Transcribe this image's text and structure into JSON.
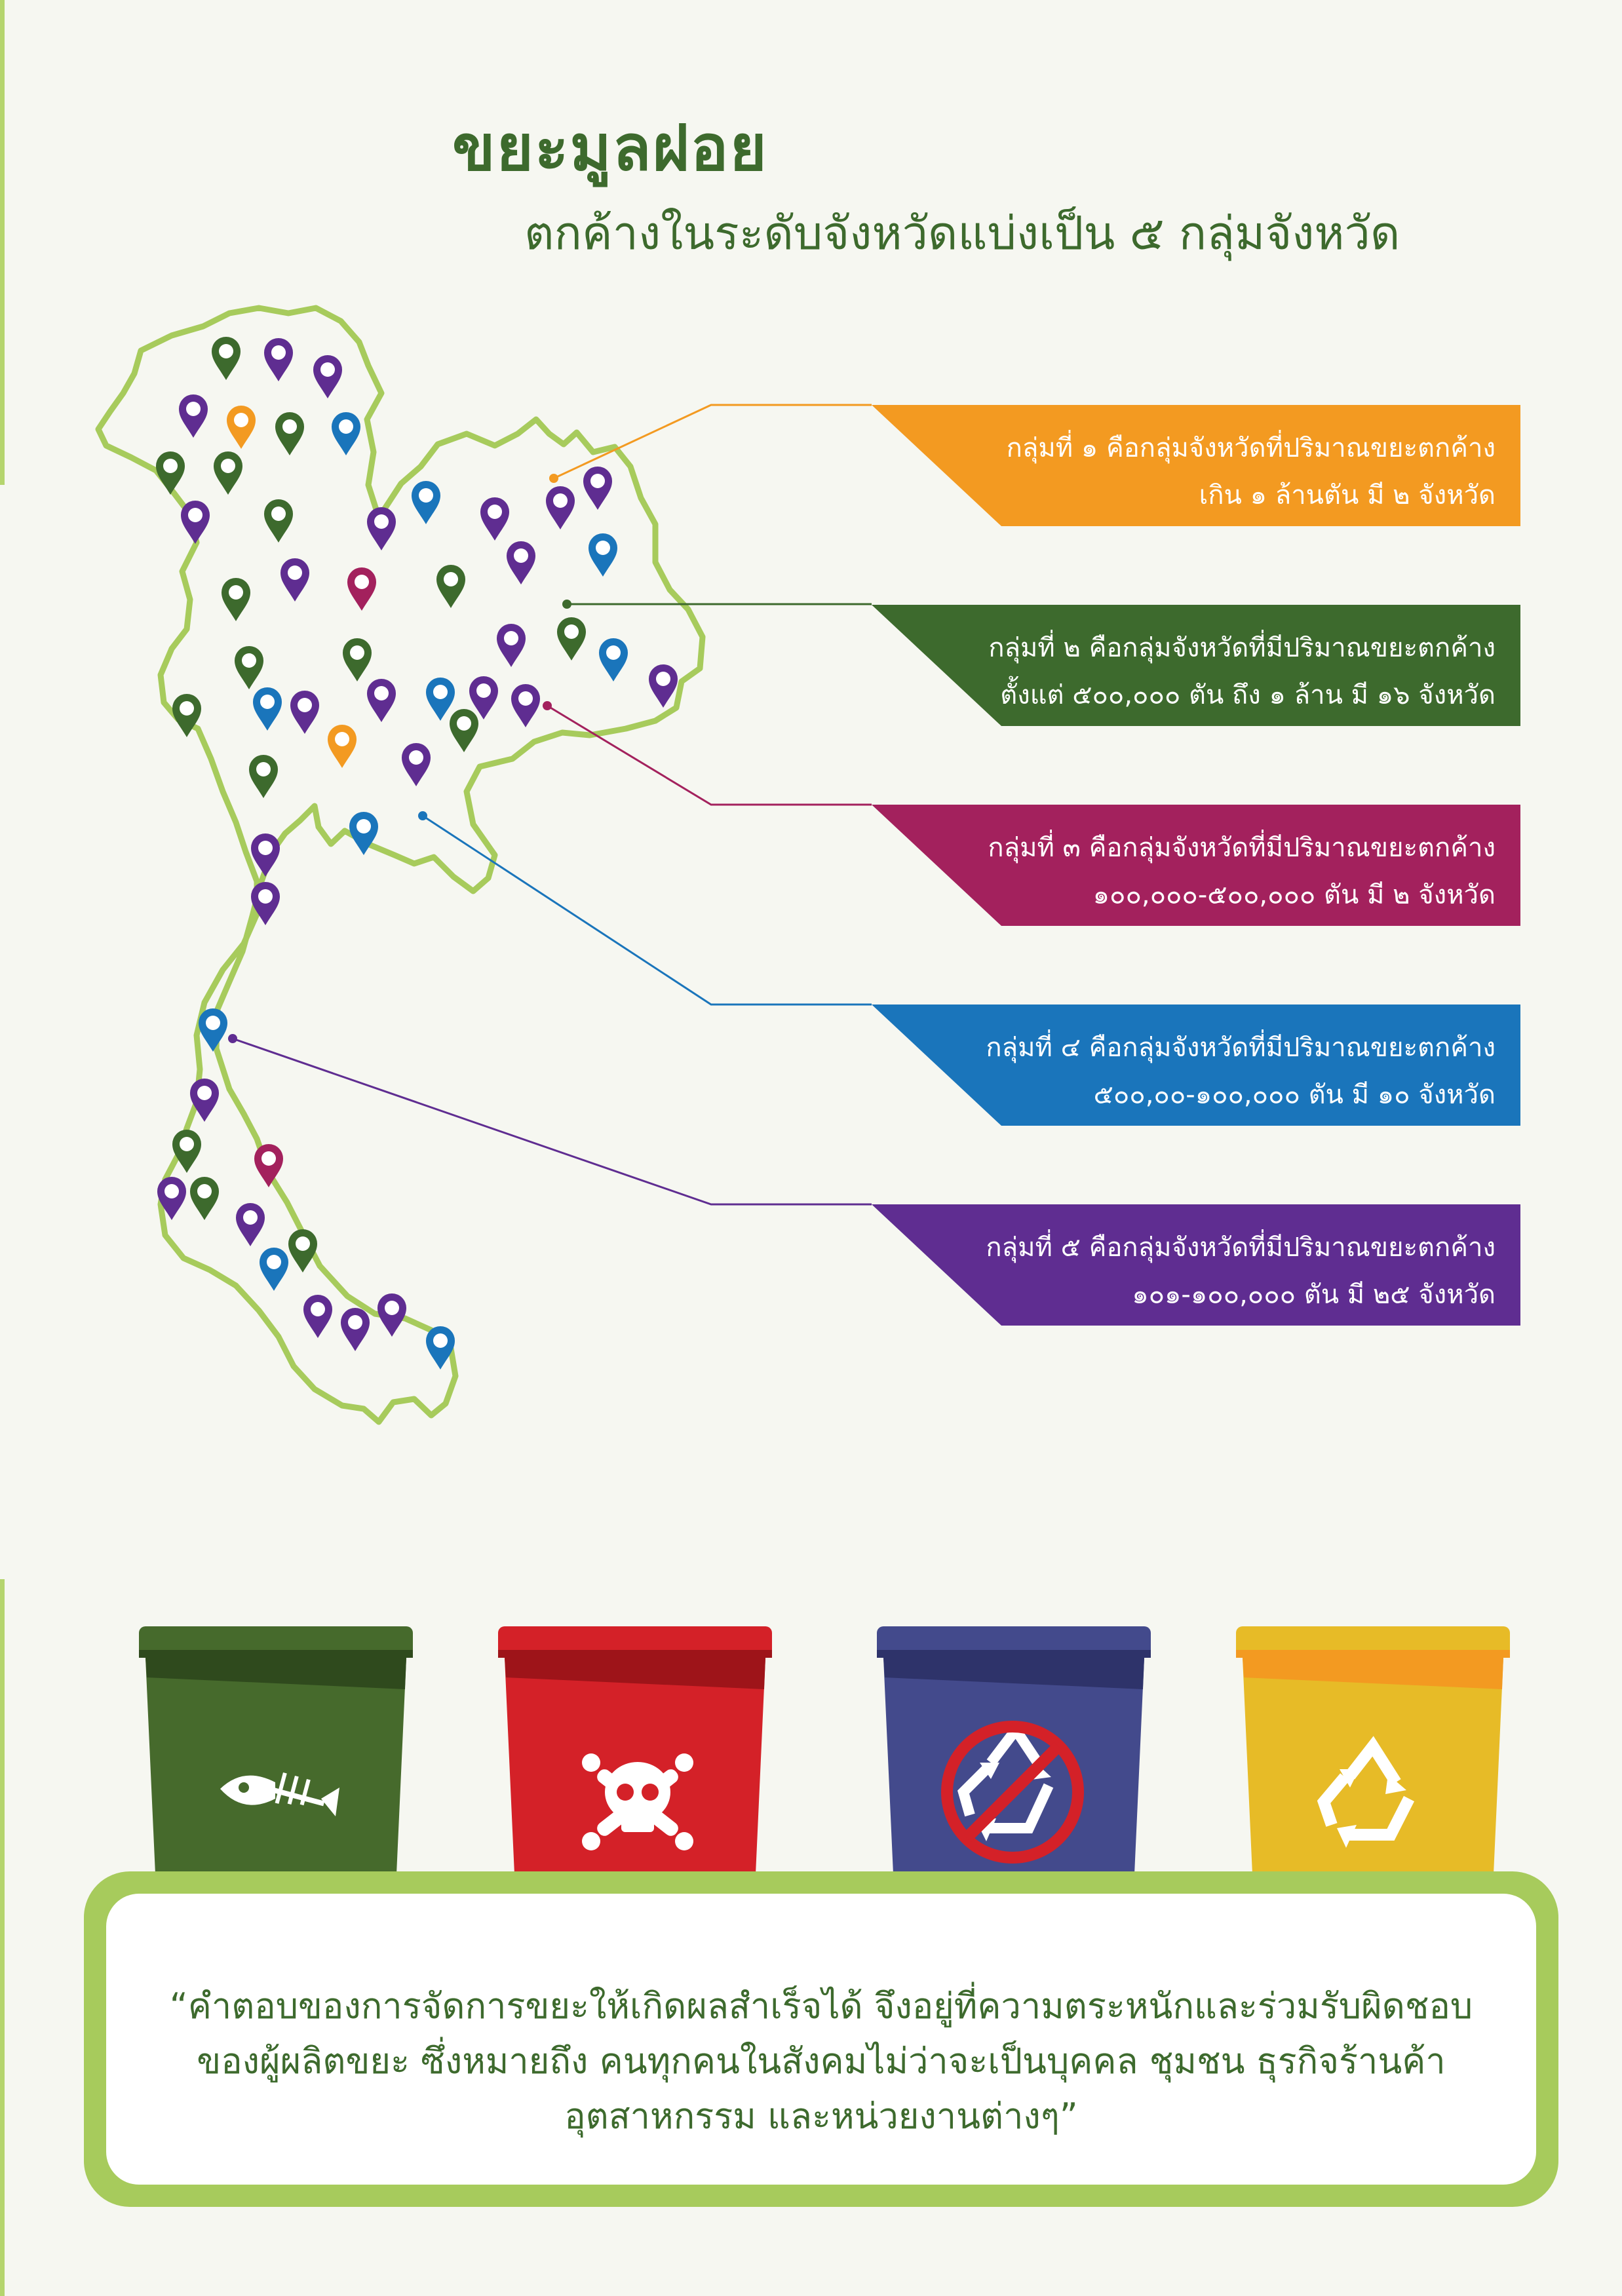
{
  "title": "ขยะมูลฝอย",
  "subtitle": "ตกค้างในระดับจังหวัดแบ่งเป็น ๕ กลุ่มจังหวัด",
  "colors": {
    "background": "#f6f7f1",
    "title": "#3d6a2d",
    "map_outline": "#a7cb5c",
    "group1": "#f39a21",
    "group2": "#3d6a2d",
    "group3": "#a3215d",
    "group4": "#1a75bb",
    "group5": "#5f2d91"
  },
  "groups": [
    {
      "id": 1,
      "line1": "กลุ่มที่ ๑ คือกลุ่มจังหวัดที่ปริมาณขยะตกค้าง",
      "line2": "เกิน ๑ ล้านตัน มี ๒ จังหวัด",
      "color": "#f39a21"
    },
    {
      "id": 2,
      "line1": "กลุ่มที่ ๒ คือกลุ่มจังหวัดที่มีปริมาณขยะตกค้าง",
      "line2": "ตั้งแต่ ๕๐๐,๐๐๐ ตัน ถึง ๑ ล้าน มี ๑๖ จังหวัด",
      "color": "#3d6a2d"
    },
    {
      "id": 3,
      "line1": "กลุ่มที่ ๓ คือกลุ่มจังหวัดที่มีปริมาณขยะตกค้าง",
      "line2": "๑๐๐,๐๐๐-๕๐๐,๐๐๐ ตัน มี ๒ จังหวัด",
      "color": "#a3215d"
    },
    {
      "id": 4,
      "line1": "กลุ่มที่ ๔ คือกลุ่มจังหวัดที่มีปริมาณขยะตกค้าง",
      "line2": "๕๐๐,๐๐-๑๐๐,๐๐๐ ตัน มี ๑๐ จังหวัด",
      "color": "#1a75bb"
    },
    {
      "id": 5,
      "line1": "กลุ่มที่ ๕ คือกลุ่มจังหวัดที่มีปริมาณขยะตกค้าง",
      "line2": "๑๐๑-๑๐๐,๐๐๐ ตัน มี ๒๕ จังหวัด",
      "color": "#5f2d91"
    }
  ],
  "bins": [
    {
      "name": "organic-waste-bin",
      "icon": "fish-bone-icon",
      "color": "#466a2c"
    },
    {
      "name": "hazardous-waste-bin",
      "icon": "skull-crossbones-icon",
      "color": "#d42128"
    },
    {
      "name": "general-waste-bin",
      "icon": "no-recycle-icon",
      "color": "#434a8c"
    },
    {
      "name": "recyclable-waste-bin",
      "icon": "recycle-icon",
      "color": "#e7bb27"
    }
  ],
  "quote": {
    "line1": "“คำตอบของการจัดการขยะให้เกิดผลสำเร็จได้ จึงอยู่ที่ความตระหนักและร่วมรับผิดชอบ",
    "line2": "ของผู้ผลิตขยะ ซึ่งหมายถึง คนทุกคนในสังคมไม่ว่าจะเป็นบุคคล ชุมชน ธุรกิจร้านค้า",
    "line3": "อุตสาหกรรม และหน่วยงานต่างๆ”"
  }
}
